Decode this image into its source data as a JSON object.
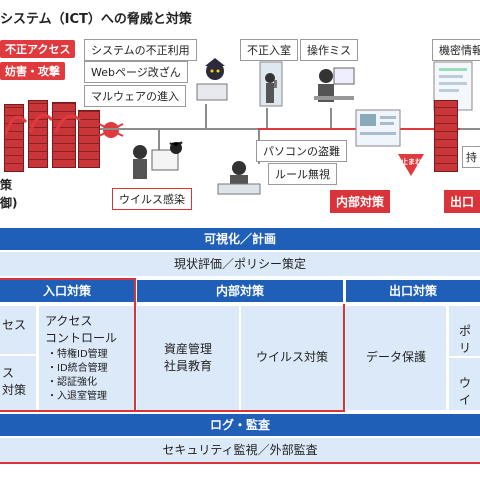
{
  "title": "システム（ICT）への脅威と対策",
  "tags": {
    "access": "不正アクセス",
    "attack": "妨害・攻撃"
  },
  "threats": {
    "misuse": "システムの不正利用",
    "defacement": "Webページ改ざん",
    "malware": "マルウェアの進入",
    "intrusion": "不正入室",
    "operation_error": "操作ミス",
    "confidential": "機密情報",
    "virus": "ウイルス感染",
    "theft": "パソコンの盗難",
    "rule_violation": "ルール無視"
  },
  "labels": {
    "entry_left_top": "策",
    "entry_left_bottom": "御)",
    "internal": "内部対策",
    "exit": "出口",
    "carry": "持",
    "stop_sign": "止まれ"
  },
  "table": {
    "visualization": "可視化／計画",
    "assessment": "現状評価／ポリシー策定",
    "headers": {
      "entry": "入口対策",
      "internal": "内部対策",
      "exit": "出口対策"
    },
    "entry_col1_top": "セス",
    "entry_col1_bottom": [
      "ス",
      "対策"
    ],
    "access_control": [
      "アクセス",
      "コントロール"
    ],
    "access_items": [
      "・特権ID管理",
      "・ID統合管理",
      "・認証強化",
      "・入退室管理"
    ],
    "asset_mgmt": [
      "資産管理",
      "社員教育"
    ],
    "virus_measures": "ウイルス対策",
    "data_protection": "データ保護",
    "exit_col2_top": "ポリ",
    "exit_col2_bottom": "ウイ",
    "log_audit": "ログ・監査",
    "monitoring": "セキュリティ監視／外部監査"
  }
}
